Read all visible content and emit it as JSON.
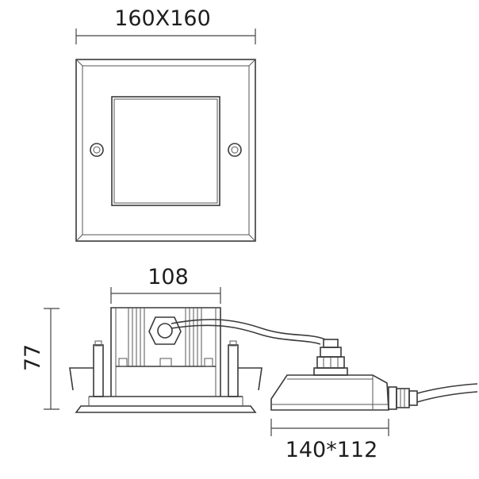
{
  "dimensions": {
    "top_width": "160X160",
    "body_width": "108",
    "height": "77",
    "box_size": "140*112"
  },
  "colors": {
    "line": "#3a3a3a",
    "text": "#1e1e1e"
  }
}
